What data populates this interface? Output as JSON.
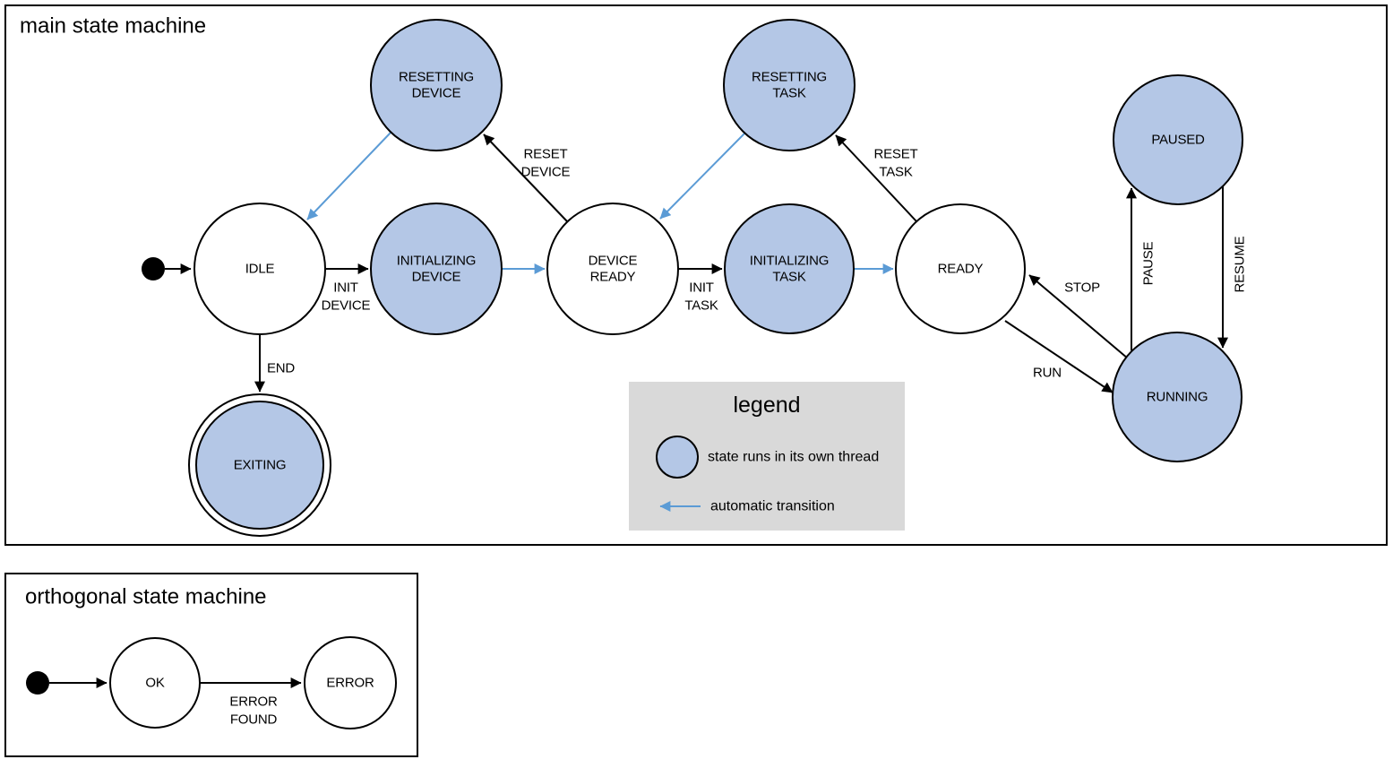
{
  "colors": {
    "thread_fill": "#b4c7e6",
    "auto_arrow": "#5b9bd5",
    "legend_bg": "#d9d9d9"
  },
  "main": {
    "title": "main state machine",
    "states": {
      "resetting_device": {
        "lines": [
          "RESETTING",
          "DEVICE"
        ]
      },
      "resetting_task": {
        "lines": [
          "RESETTING",
          "TASK"
        ]
      },
      "paused": {
        "label": "PAUSED"
      },
      "idle": {
        "label": "IDLE"
      },
      "initializing_device": {
        "lines": [
          "INITIALIZING",
          "DEVICE"
        ]
      },
      "device_ready": {
        "lines": [
          "DEVICE",
          "READY"
        ]
      },
      "initializing_task": {
        "lines": [
          "INITIALIZING",
          "TASK"
        ]
      },
      "ready": {
        "label": "READY"
      },
      "running": {
        "label": "RUNNING"
      },
      "exiting": {
        "label": "EXITING"
      }
    },
    "transitions": {
      "init_device": {
        "lines": [
          "INIT",
          "DEVICE"
        ]
      },
      "init_task": {
        "lines": [
          "INIT",
          "TASK"
        ]
      },
      "reset_device": {
        "lines": [
          "RESET",
          "DEVICE"
        ]
      },
      "reset_task": {
        "lines": [
          "RESET",
          "TASK"
        ]
      },
      "end": "END",
      "run": "RUN",
      "stop": "STOP",
      "pause": "PAUSE",
      "resume": "RESUME"
    }
  },
  "legend": {
    "title": "legend",
    "thread_label": "state runs in its own thread",
    "auto_label": "automatic transition"
  },
  "orthogonal": {
    "title": "orthogonal state machine",
    "states": {
      "ok": {
        "label": "OK"
      },
      "error": {
        "label": "ERROR"
      }
    },
    "transitions": {
      "error_found": {
        "lines": [
          "ERROR",
          "FOUND"
        ]
      }
    }
  }
}
